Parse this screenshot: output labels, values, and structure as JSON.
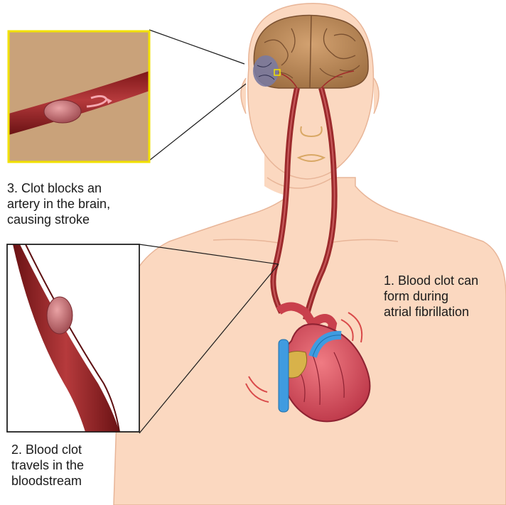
{
  "captions": {
    "step1": [
      "1. Blood clot can",
      "form during",
      "atrial fibrillation"
    ],
    "step2": [
      "2. Blood clot",
      "travels in the",
      "bloodstream"
    ],
    "step3": [
      "3. Clot blocks an",
      "artery in the brain,",
      "causing stroke"
    ]
  },
  "colors": {
    "skin": "#fbd8c0",
    "skin_outline": "#e8b598",
    "brain": "#b98a5a",
    "artery": "#9c2a2c",
    "heart": "#d9505c",
    "vein_blue": "#3f9be0",
    "inset_bg": "#c9a27a",
    "inset_border_yellow": "#f2e100",
    "clot": "#c7747a"
  }
}
